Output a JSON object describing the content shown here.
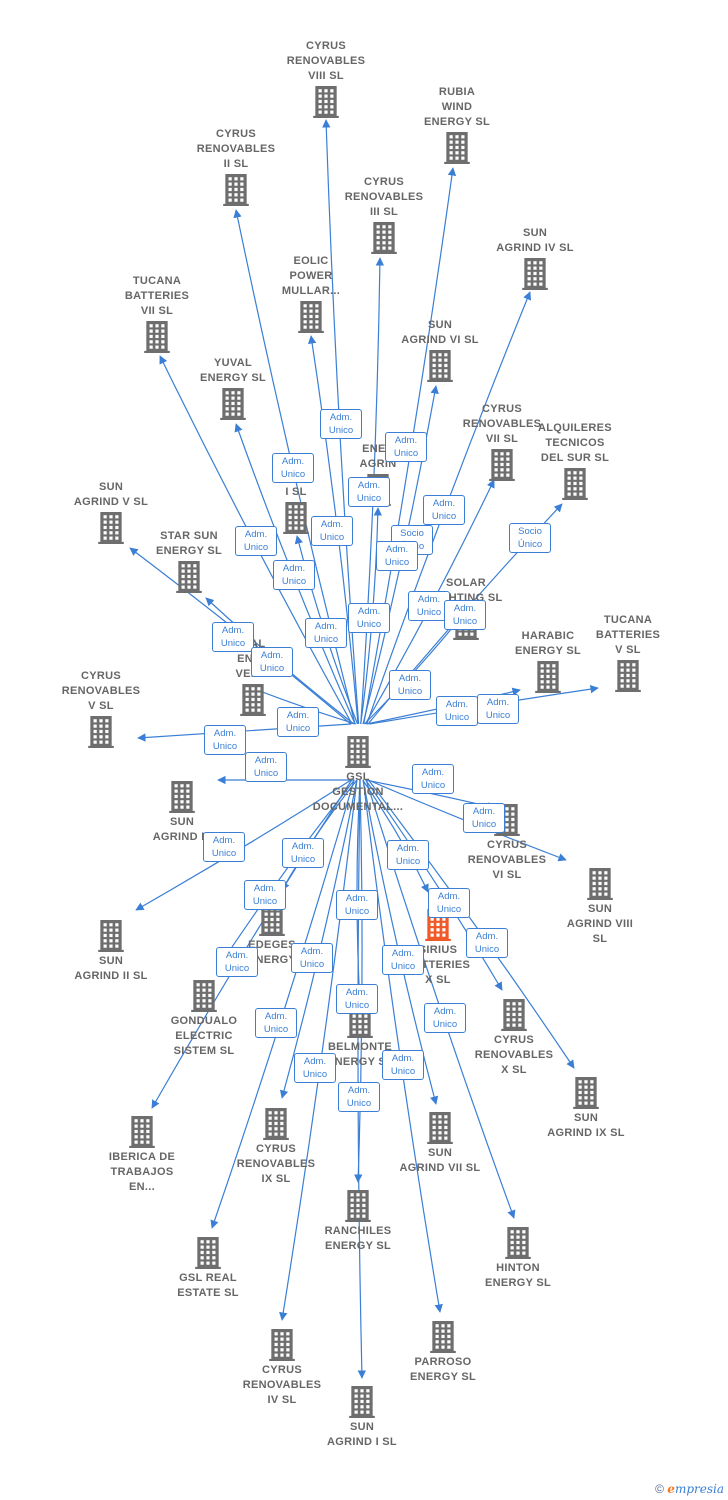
{
  "diagram": {
    "center": {
      "label": "GSL\nGESTION\nDOCUMENTAL..."
    },
    "nodes": [
      {
        "id": "n1",
        "label": "CYRUS\nRENOVABLES\nVIII  SL"
      },
      {
        "id": "n2",
        "label": "RUBIA\nWIND\nENERGY  SL"
      },
      {
        "id": "n3",
        "label": "CYRUS\nRENOVABLES\nII  SL"
      },
      {
        "id": "n4",
        "label": "CYRUS\nRENOVABLES\nIII  SL"
      },
      {
        "id": "n5",
        "label": "SUN\nAGRIND IV  SL"
      },
      {
        "id": "n6",
        "label": "EOLIC\nPOWER\nMULLAR..."
      },
      {
        "id": "n7",
        "label": "TUCANA\nBATTERIES\nVII  SL"
      },
      {
        "id": "n8",
        "label": "SUN\nAGRIND VI  SL"
      },
      {
        "id": "n9",
        "label": "YUVAL\nENERGY  SL"
      },
      {
        "id": "n10",
        "label": "CYRUS\nRENOVABLES\nVII  SL"
      },
      {
        "id": "n11",
        "label": "ALQUILERES\nTECNICOS\nDEL SUR SL"
      },
      {
        "id": "n12",
        "label": "ENER\nAGRIN"
      },
      {
        "id": "n13",
        "label": "RE        ES\nI  SL"
      },
      {
        "id": "n14",
        "label": "SUN\nAGRIND V  SL"
      },
      {
        "id": "n15",
        "label": "STAR SUN\nENERGY  SL"
      },
      {
        "id": "n16",
        "label": "SOLAR\nLIGHTING SL"
      },
      {
        "id": "n17",
        "label": "TUCANA\nBATTERIES\nV  SL"
      },
      {
        "id": "n18",
        "label": "HARABIC\nENERGY  SL"
      },
      {
        "id": "n19",
        "label": "MAL\nENER\nVERDI"
      },
      {
        "id": "n20",
        "label": "CYRUS\nRENOVABLES\nV  SL"
      },
      {
        "id": "n21",
        "label": "SUN\nAGRIND III"
      },
      {
        "id": "n22",
        "label": "CYRUS\nRENOVABLES\nVI  SL"
      },
      {
        "id": "n23",
        "label": "SUN\nAGRIND VIII\nSL"
      },
      {
        "id": "n24",
        "label": "SUN\nAGRIND II  SL"
      },
      {
        "id": "n25",
        "label": "EDEGES\nENERGY"
      },
      {
        "id": "n26",
        "label": "SIRIUS\nBATTERIES\nX  SL"
      },
      {
        "id": "n27",
        "label": "GONDUALO\nELECTRIC\nSISTEM  SL"
      },
      {
        "id": "n28",
        "label": "CYRUS\nRENOVABLES\nX  SL"
      },
      {
        "id": "n29",
        "label": "BELMONTE\nENERGY  SL"
      },
      {
        "id": "n30",
        "label": "SUN\nAGRIND IX  SL"
      },
      {
        "id": "n31",
        "label": "IBERICA DE\nTRABAJOS\nEN..."
      },
      {
        "id": "n32",
        "label": "CYRUS\nRENOVABLES\nIX  SL"
      },
      {
        "id": "n33",
        "label": "SUN\nAGRIND VII  SL"
      },
      {
        "id": "n34",
        "label": "RANCHILES\nENERGY  SL"
      },
      {
        "id": "n35",
        "label": "HINTON\nENERGY  SL"
      },
      {
        "id": "n36",
        "label": "GSL REAL\nESTATE  SL"
      },
      {
        "id": "n37",
        "label": "PARROSO\nENERGY  SL"
      },
      {
        "id": "n38",
        "label": "CYRUS\nRENOVABLES\nIV  SL"
      },
      {
        "id": "n39",
        "label": "SUN\nAGRIND I  SL"
      }
    ],
    "relation_labels": {
      "adm": "Adm.\nUnico",
      "socio": "Socio\nÚnico"
    }
  },
  "colors": {
    "edge": "#3a7fd5",
    "node_icon": "#6e6e6e",
    "highlight_icon": "#f05a28"
  },
  "icons": {
    "building": "building-icon"
  },
  "footer": {
    "copyright": "©",
    "brand_e": "e",
    "brand_rest": "mpresia"
  }
}
